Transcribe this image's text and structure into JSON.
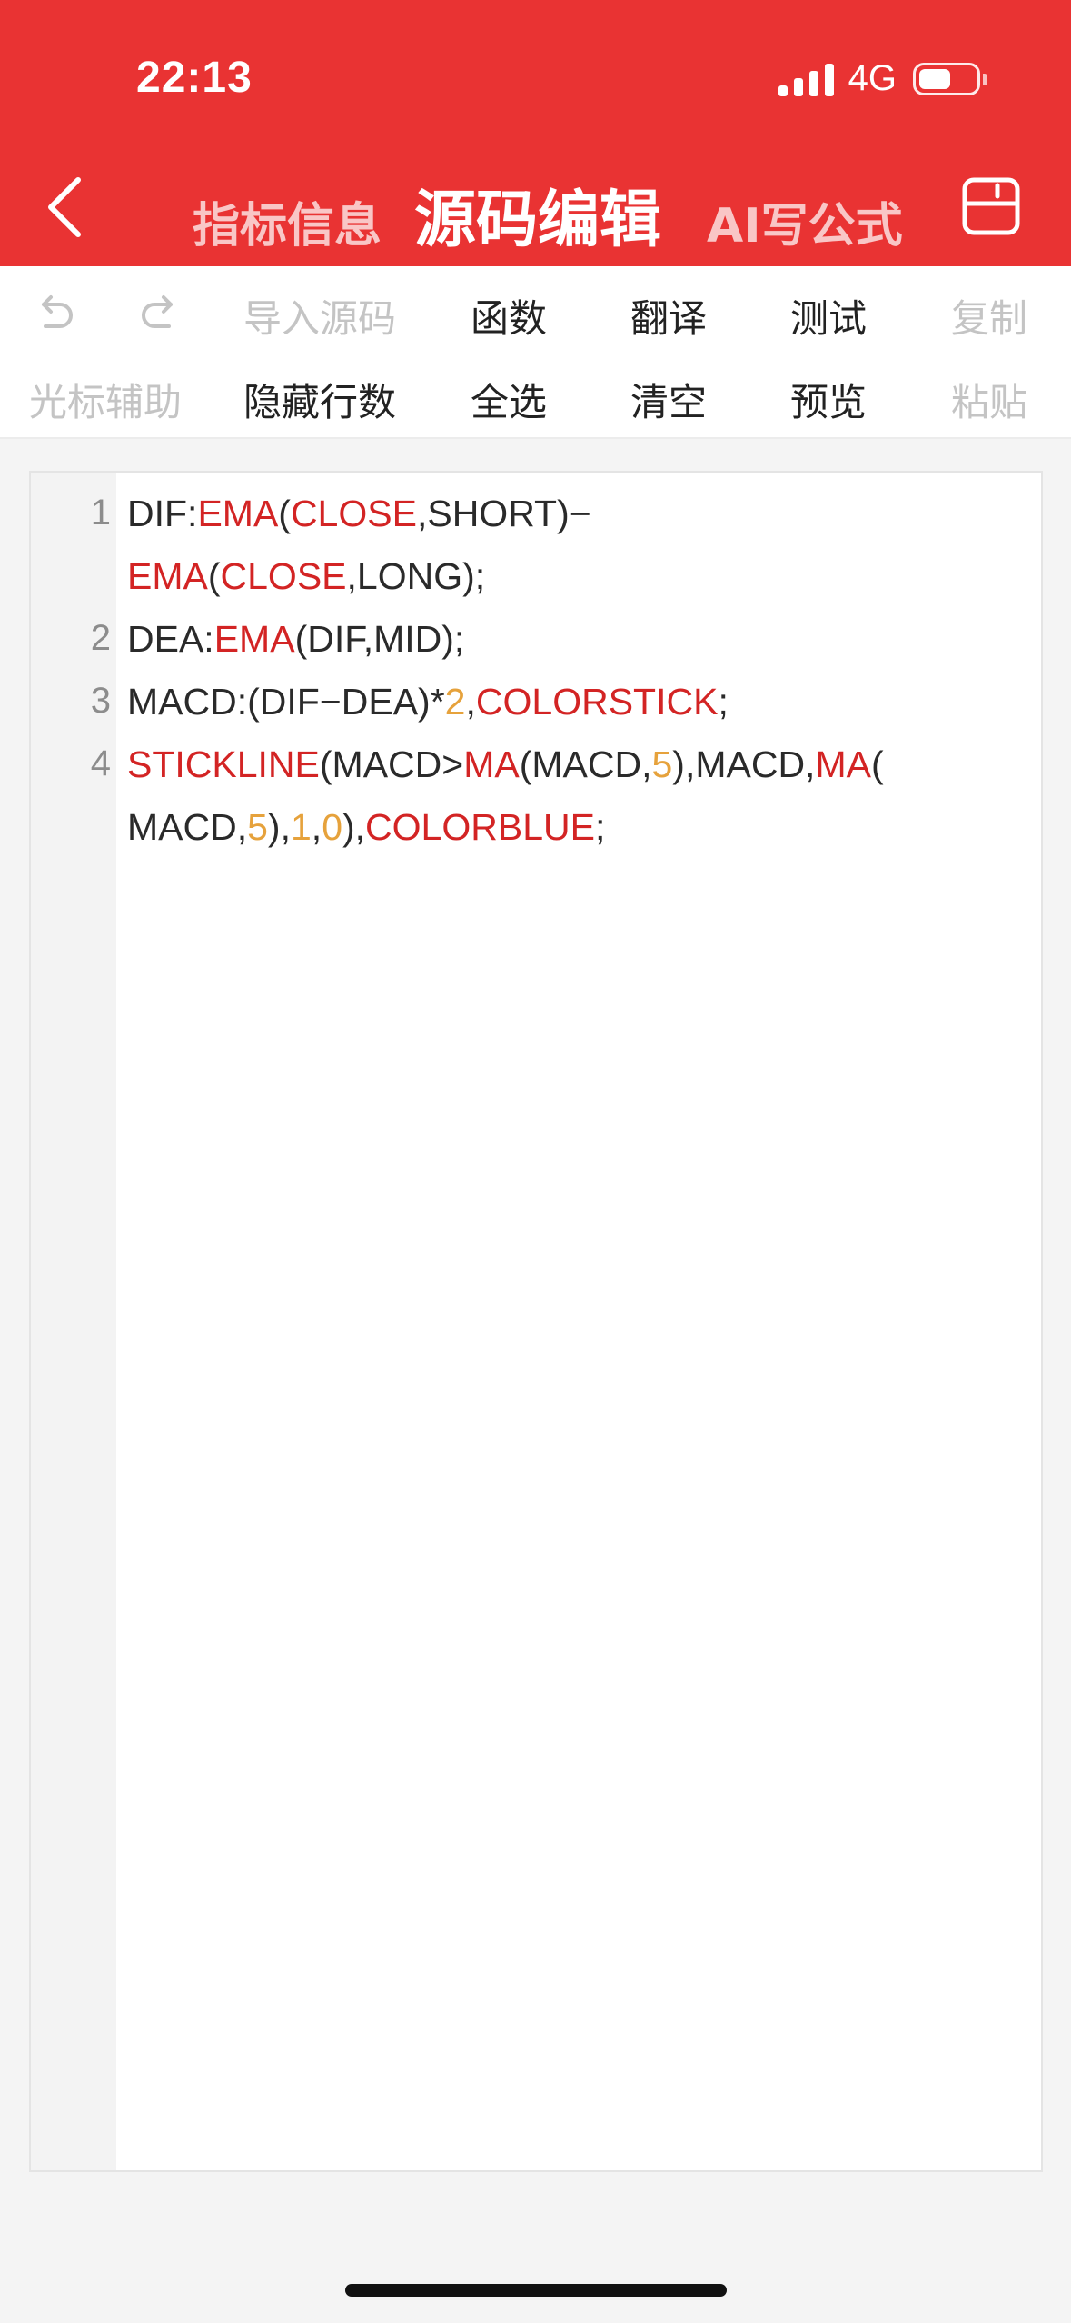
{
  "status_bar": {
    "time": "22:13",
    "network": "4G"
  },
  "header": {
    "tabs": [
      "指标信息",
      "源码编辑",
      "AI写公式"
    ],
    "active_tab": "源码编辑"
  },
  "toolbar": {
    "row1": [
      "导入源码",
      "函数",
      "翻译",
      "测试",
      "复制"
    ],
    "row2": [
      "光标辅助",
      "隐藏行数",
      "全选",
      "清空",
      "预览",
      "粘贴"
    ]
  },
  "editor": {
    "line_numbers": [
      "1",
      "2",
      "3",
      "4"
    ],
    "lines": [
      [
        {
          "t": "txt",
          "v": "DIF:"
        },
        {
          "t": "fn",
          "v": "EMA"
        },
        {
          "t": "txt",
          "v": "("
        },
        {
          "t": "fn",
          "v": "CLOSE"
        },
        {
          "t": "txt",
          "v": ",SHORT)−"
        }
      ],
      [
        {
          "t": "fn",
          "v": "EMA"
        },
        {
          "t": "txt",
          "v": "("
        },
        {
          "t": "fn",
          "v": "CLOSE"
        },
        {
          "t": "txt",
          "v": ",LONG);"
        }
      ],
      [
        {
          "t": "txt",
          "v": "DEA:"
        },
        {
          "t": "fn",
          "v": "EMA"
        },
        {
          "t": "txt",
          "v": "(DIF,MID);"
        }
      ],
      [
        {
          "t": "txt",
          "v": "MACD:(DIF−DEA)*"
        },
        {
          "t": "num",
          "v": "2"
        },
        {
          "t": "txt",
          "v": ","
        },
        {
          "t": "fn",
          "v": "COLORSTICK"
        },
        {
          "t": "txt",
          "v": ";"
        }
      ],
      [
        {
          "t": "fn",
          "v": "STICKLINE"
        },
        {
          "t": "txt",
          "v": "(MACD>"
        },
        {
          "t": "fn",
          "v": "MA"
        },
        {
          "t": "txt",
          "v": "(MACD,"
        },
        {
          "t": "num",
          "v": "5"
        },
        {
          "t": "txt",
          "v": "),MACD,"
        },
        {
          "t": "fn",
          "v": "MA"
        },
        {
          "t": "txt",
          "v": "("
        }
      ],
      [
        {
          "t": "txt",
          "v": "MACD,"
        },
        {
          "t": "num",
          "v": "5"
        },
        {
          "t": "txt",
          "v": "),"
        },
        {
          "t": "num",
          "v": "1"
        },
        {
          "t": "txt",
          "v": ","
        },
        {
          "t": "num",
          "v": "0"
        },
        {
          "t": "txt",
          "v": "),"
        },
        {
          "t": "fn",
          "v": "COLORBLUE"
        },
        {
          "t": "txt",
          "v": ";"
        }
      ]
    ]
  },
  "colors": {
    "brand_red": "#e93333",
    "function_red": "#d32424",
    "number_orange": "#e6a23c",
    "disabled_gray": "#c4c4c4"
  }
}
